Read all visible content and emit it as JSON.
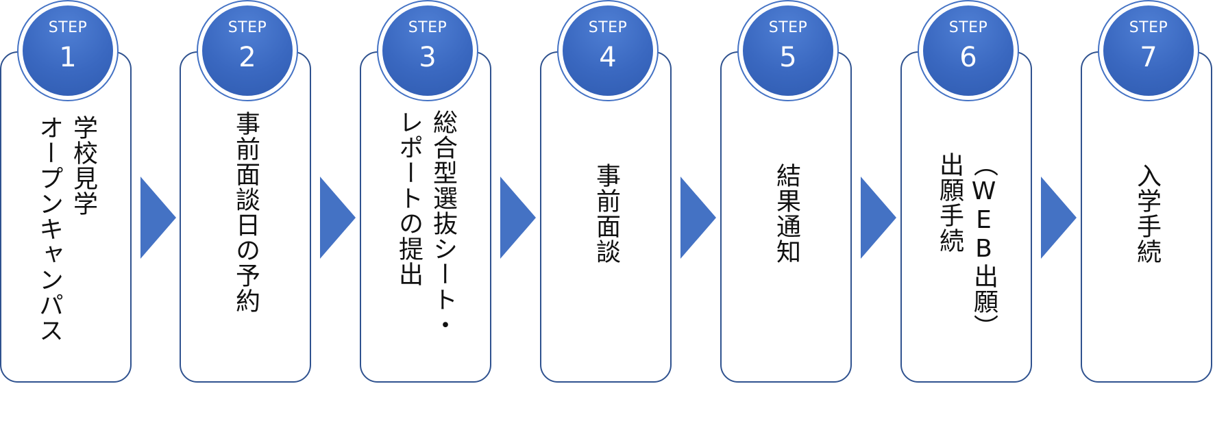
{
  "step_label": "STEP",
  "colors": {
    "badge_fill": "#3a68c0",
    "badge_ring": "#4472c4",
    "card_border": "#2f528f",
    "arrow": "#4472c4"
  },
  "steps": [
    {
      "number": "1",
      "text": "学校見学\nオープンキャンパス"
    },
    {
      "number": "2",
      "text": "事前面談日の予約"
    },
    {
      "number": "3",
      "text": "総合型選抜シート・\nレポートの提出"
    },
    {
      "number": "4",
      "text": "事前面談"
    },
    {
      "number": "5",
      "text": "結果通知"
    },
    {
      "number": "6",
      "text": "（WEB出願）\n出願手続"
    },
    {
      "number": "7",
      "text": "入学手続"
    }
  ]
}
